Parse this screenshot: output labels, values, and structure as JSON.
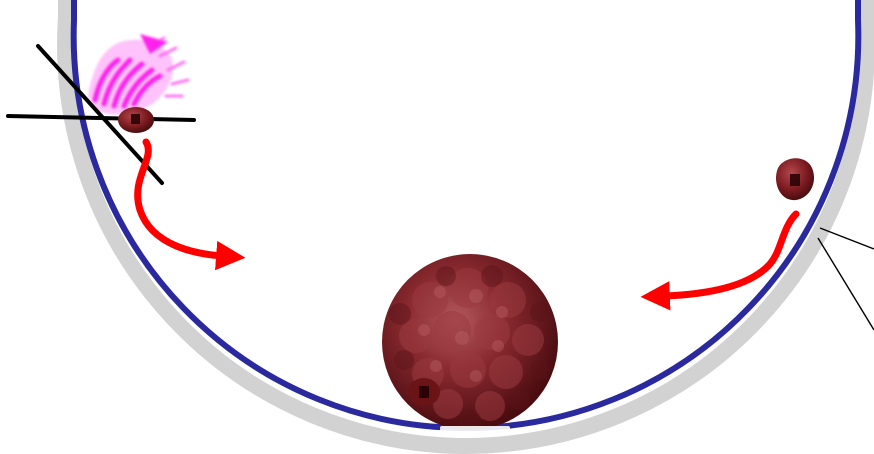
{
  "colors": {
    "background": "#ffffff",
    "outer_ring": "#d2d2d2",
    "inner_ring": "#2a2a9e",
    "cell": "#7a1a1f",
    "cell_dark": "#4a0c10",
    "cell_core": "#2a0306",
    "arrow": "#ff0000",
    "pink_burst": "#ff22ee",
    "lines": "#000000"
  },
  "elements": {
    "well": "round-bottom-well",
    "left_cell": "cell-blocked-by-cross",
    "right_cell": "cell-detaching",
    "spheroid": "cell-aggregate",
    "arrows": [
      "left-red-arrow",
      "right-red-arrow"
    ],
    "cross": "cross-out-lines",
    "burst": "pink-magnetic-burst-icon",
    "callout": "callout-lines"
  }
}
